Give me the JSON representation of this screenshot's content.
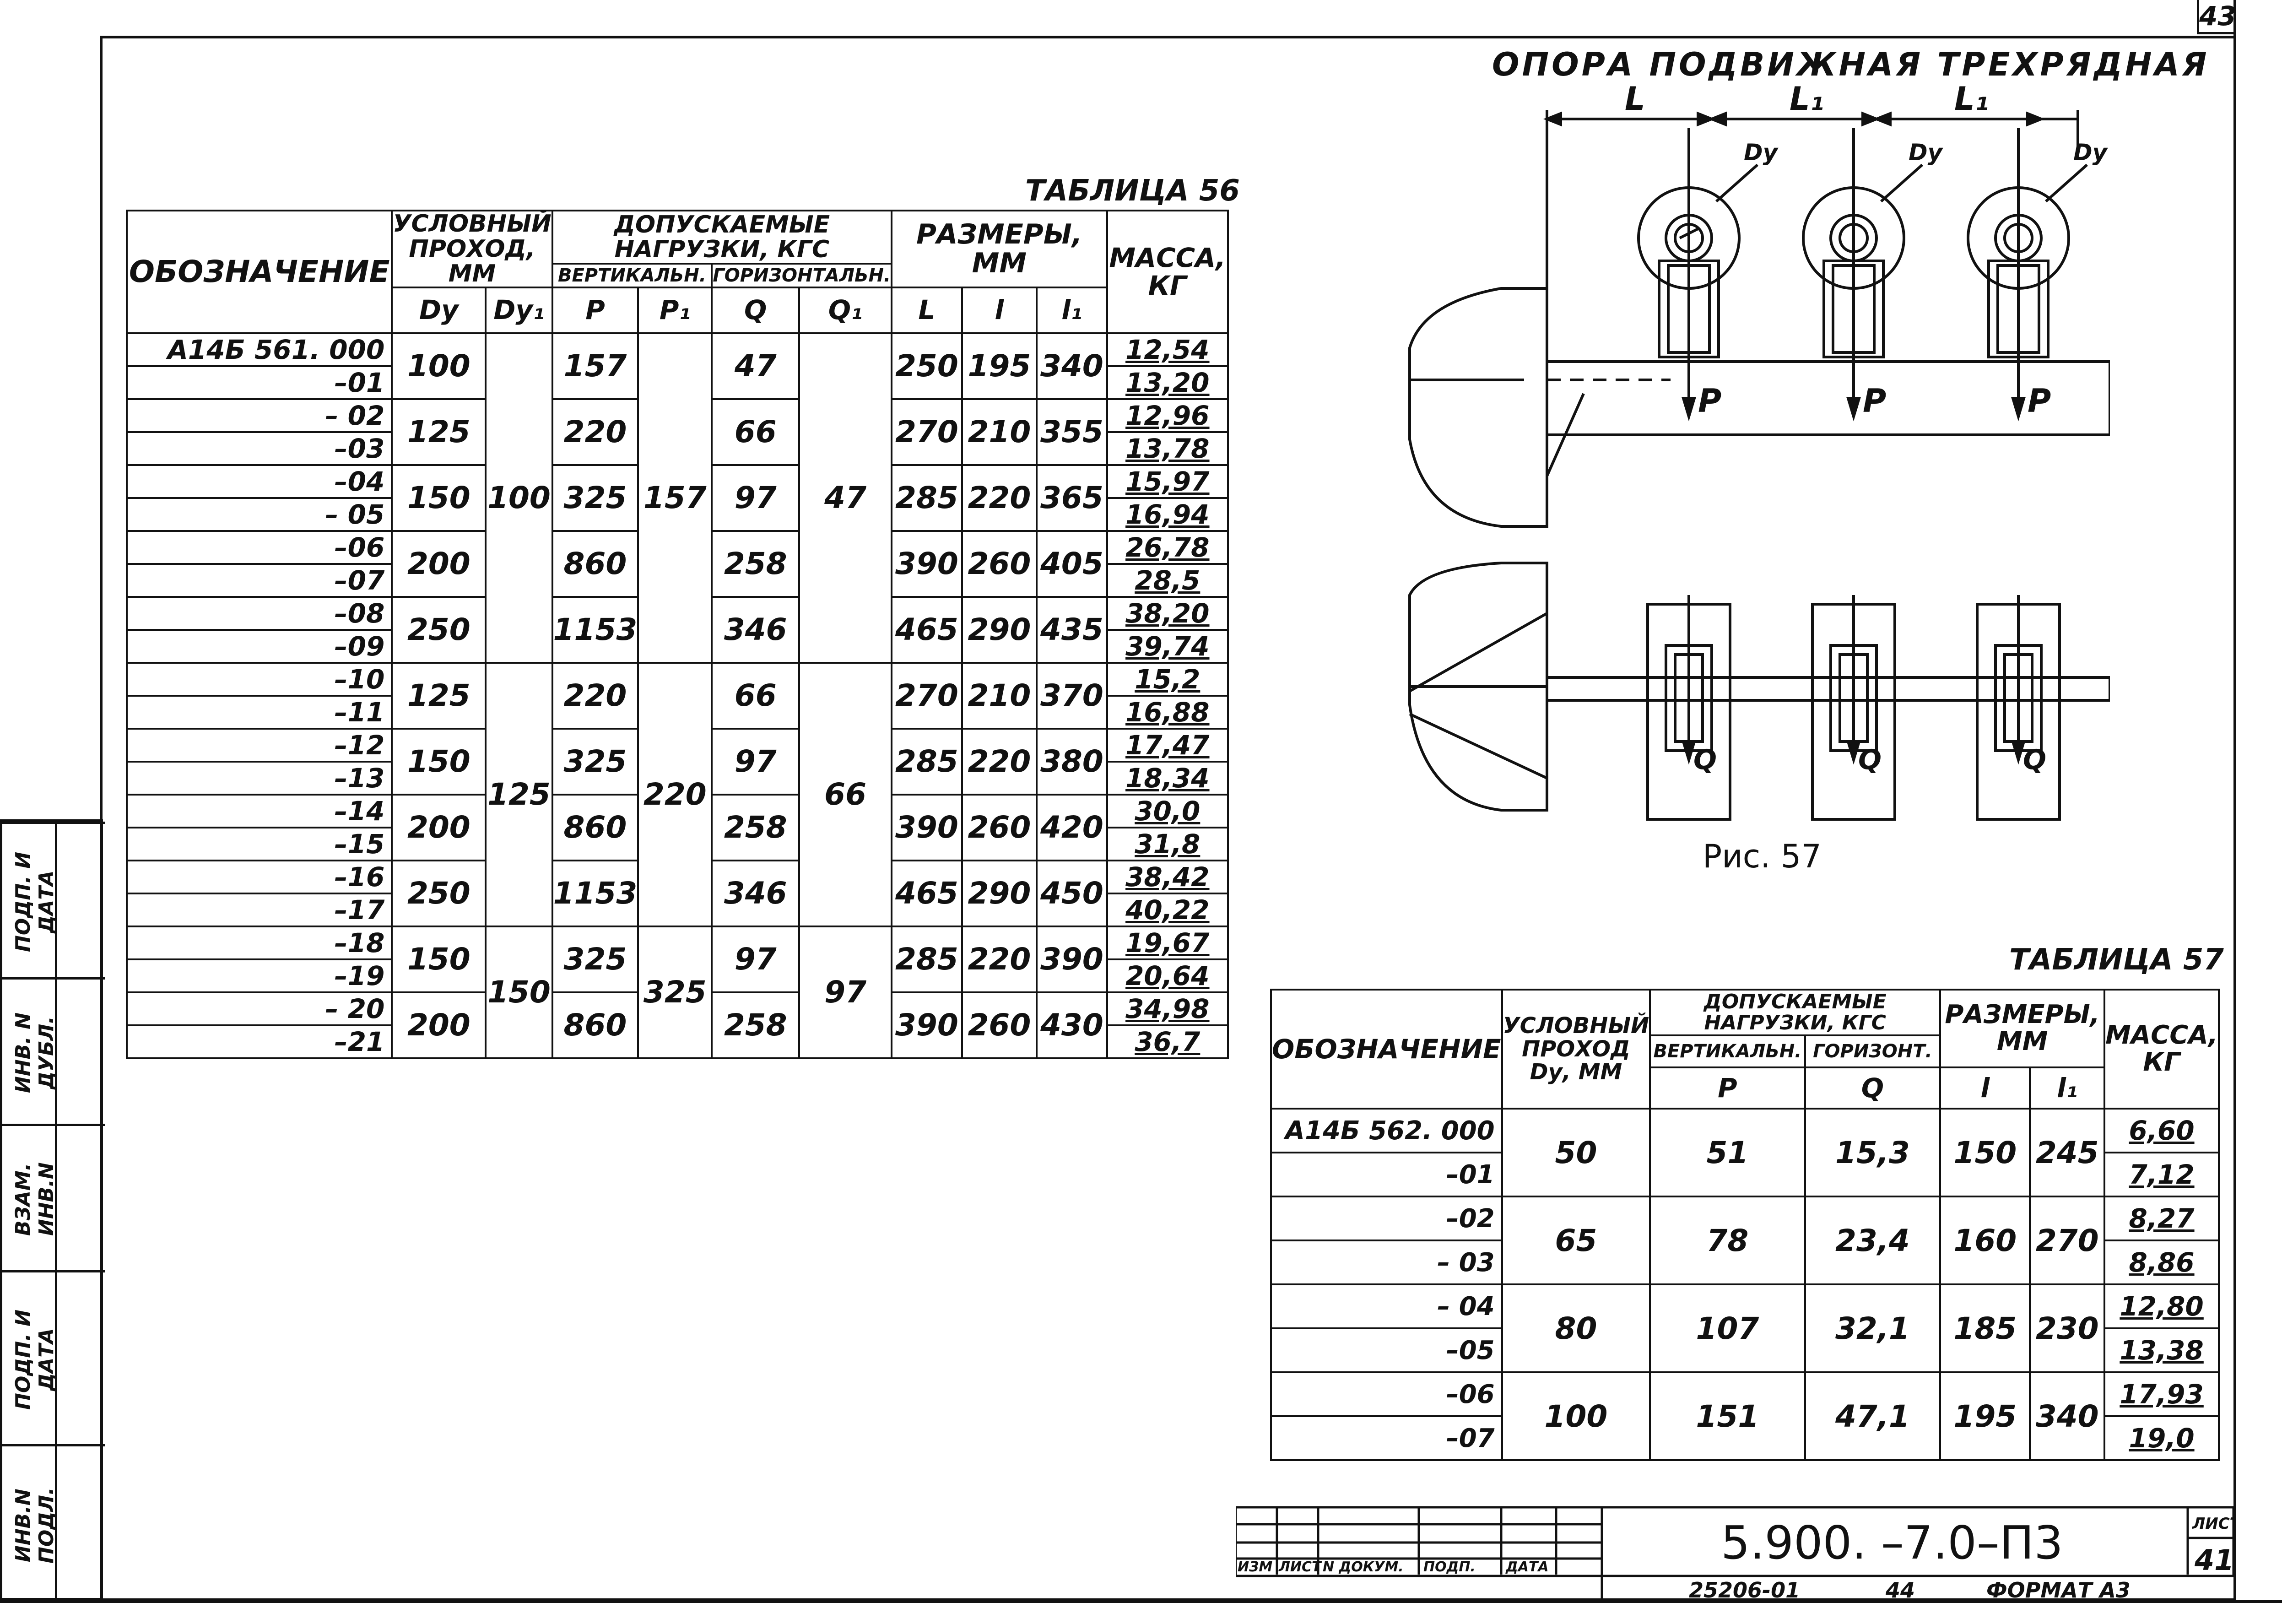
{
  "page_number": "43",
  "sheet_number": "41",
  "sheet_label": "ЛИСТ",
  "doc_code": "5.900. –7.0–П3",
  "footer": {
    "inv": "25206-01",
    "num": "44",
    "format": "ФОРМАТ А3"
  },
  "stamp_headers": [
    "ИЗМ",
    "ЛИСТ",
    "N ДОКУМ.",
    "ПОДП.",
    "ДАТА"
  ],
  "sidebar_labels": [
    "ИНВ.N ПОДЛ.",
    "ПОДП. И ДАТА",
    "ВЗАМ. ИНВ.N",
    "ИНВ. N ДУБЛ.",
    "ПОДП. И ДАТА"
  ],
  "figure": {
    "title": "ОПОРА ПОДВИЖНАЯ ТРЕХРЯДНАЯ",
    "caption": "Рис. 57",
    "labels": {
      "L": "L",
      "L1": "L₁",
      "Dy": "Dу",
      "P": "P",
      "Q": "Q"
    }
  },
  "table56": {
    "title": "ТАБЛИЦА 56",
    "headers": {
      "designation": "ОБОЗНАЧЕНИЕ",
      "bore": "УСЛОВНЫЙ ПРОХОД, ММ",
      "loads": "ДОПУСКАЕМЫЕ НАГРУЗКИ, КГС",
      "vertical": "ВЕРТИКАЛЬН.",
      "horizontal": "ГОРИЗОНТАЛЬН.",
      "dims": "РАЗМЕРЫ, ММ",
      "mass": "МАССА, КГ",
      "sub": [
        "Dу",
        "Dу₁",
        "P",
        "P₁",
        "Q",
        "Q₁",
        "L",
        "l",
        "l₁"
      ]
    },
    "designations": [
      "А14Б 561. 000",
      "–01",
      "– 02",
      "–03",
      "–04",
      "– 05",
      "–06",
      "–07",
      "–08",
      "–09",
      "–10",
      "–11",
      "–12",
      "–13",
      "–14",
      "–15",
      "–16",
      "–17",
      "–18",
      "–19",
      "– 20",
      "–21"
    ],
    "masses": [
      "12,54",
      "13,20",
      "12,96",
      "13,78",
      "15,97",
      "16,94",
      "26,78",
      "28,5",
      "38,20",
      "39,74",
      "15,2",
      "16,88",
      "17,47",
      "18,34",
      "30,0",
      "31,8",
      "38,42",
      "40,22",
      "19,67",
      "20,64",
      "34,98",
      "36,7"
    ],
    "groups": [
      {
        "dy": "100",
        "p": "157",
        "q": "47",
        "L": "250",
        "l": "195",
        "l1": "340"
      },
      {
        "dy": "125",
        "p": "220",
        "q": "66",
        "L": "270",
        "l": "210",
        "l1": "355"
      },
      {
        "dy": "150",
        "p": "325",
        "q": "97",
        "L": "285",
        "l": "220",
        "l1": "365"
      },
      {
        "dy": "200",
        "p": "860",
        "q": "258",
        "L": "390",
        "l": "260",
        "l1": "405"
      },
      {
        "dy": "250",
        "p": "1153",
        "q": "346",
        "L": "465",
        "l": "290",
        "l1": "435"
      },
      {
        "dy": "125",
        "p": "220",
        "q": "66",
        "L": "270",
        "l": "210",
        "l1": "370"
      },
      {
        "dy": "150",
        "p": "325",
        "q": "97",
        "L": "285",
        "l": "220",
        "l1": "380"
      },
      {
        "dy": "200",
        "p": "860",
        "q": "258",
        "L": "390",
        "l": "260",
        "l1": "420"
      },
      {
        "dy": "250",
        "p": "1153",
        "q": "346",
        "L": "465",
        "l": "290",
        "l1": "450"
      },
      {
        "dy": "150",
        "p": "325",
        "q": "97",
        "L": "285",
        "l": "220",
        "l1": "390"
      },
      {
        "dy": "200",
        "p": "860",
        "q": "258",
        "L": "390",
        "l": "260",
        "l1": "430"
      }
    ],
    "merged": {
      "dy1": [
        "100",
        "125",
        "150"
      ],
      "p1": [
        "157",
        "220",
        "325"
      ],
      "q1": [
        "47",
        "66",
        "97"
      ]
    }
  },
  "table57": {
    "title": "ТАБЛИЦА 57",
    "headers": {
      "designation": "ОБОЗНАЧЕНИЕ",
      "bore": "УСЛОВНЫЙ ПРОХОД Dу, ММ",
      "loads": "ДОПУСКАЕМЫЕ НАГРУЗКИ, КГС",
      "vertical": "ВЕРТИКАЛЬН.",
      "horizontal": "ГОРИЗОНТ.",
      "dims": "РАЗМЕРЫ, ММ",
      "mass": "МАССА, КГ",
      "sub": [
        "P",
        "Q",
        "l",
        "l₁"
      ]
    },
    "designations": [
      "А14Б 562. 000",
      "–01",
      "–02",
      "– 03",
      "– 04",
      "–05",
      "–06",
      "–07"
    ],
    "masses": [
      "6,60",
      "7,12",
      "8,27",
      "8,86",
      "12,80",
      "13,38",
      "17,93",
      "19,0"
    ],
    "groups": [
      {
        "dy": "50",
        "p": "51",
        "q": "15,3",
        "l": "150",
        "l1": "245"
      },
      {
        "dy": "65",
        "p": "78",
        "q": "23,4",
        "l": "160",
        "l1": "270"
      },
      {
        "dy": "80",
        "p": "107",
        "q": "32,1",
        "l": "185",
        "l1": "230"
      },
      {
        "dy": "100",
        "p": "151",
        "q": "47,1",
        "l": "195",
        "l1": "340"
      }
    ]
  }
}
